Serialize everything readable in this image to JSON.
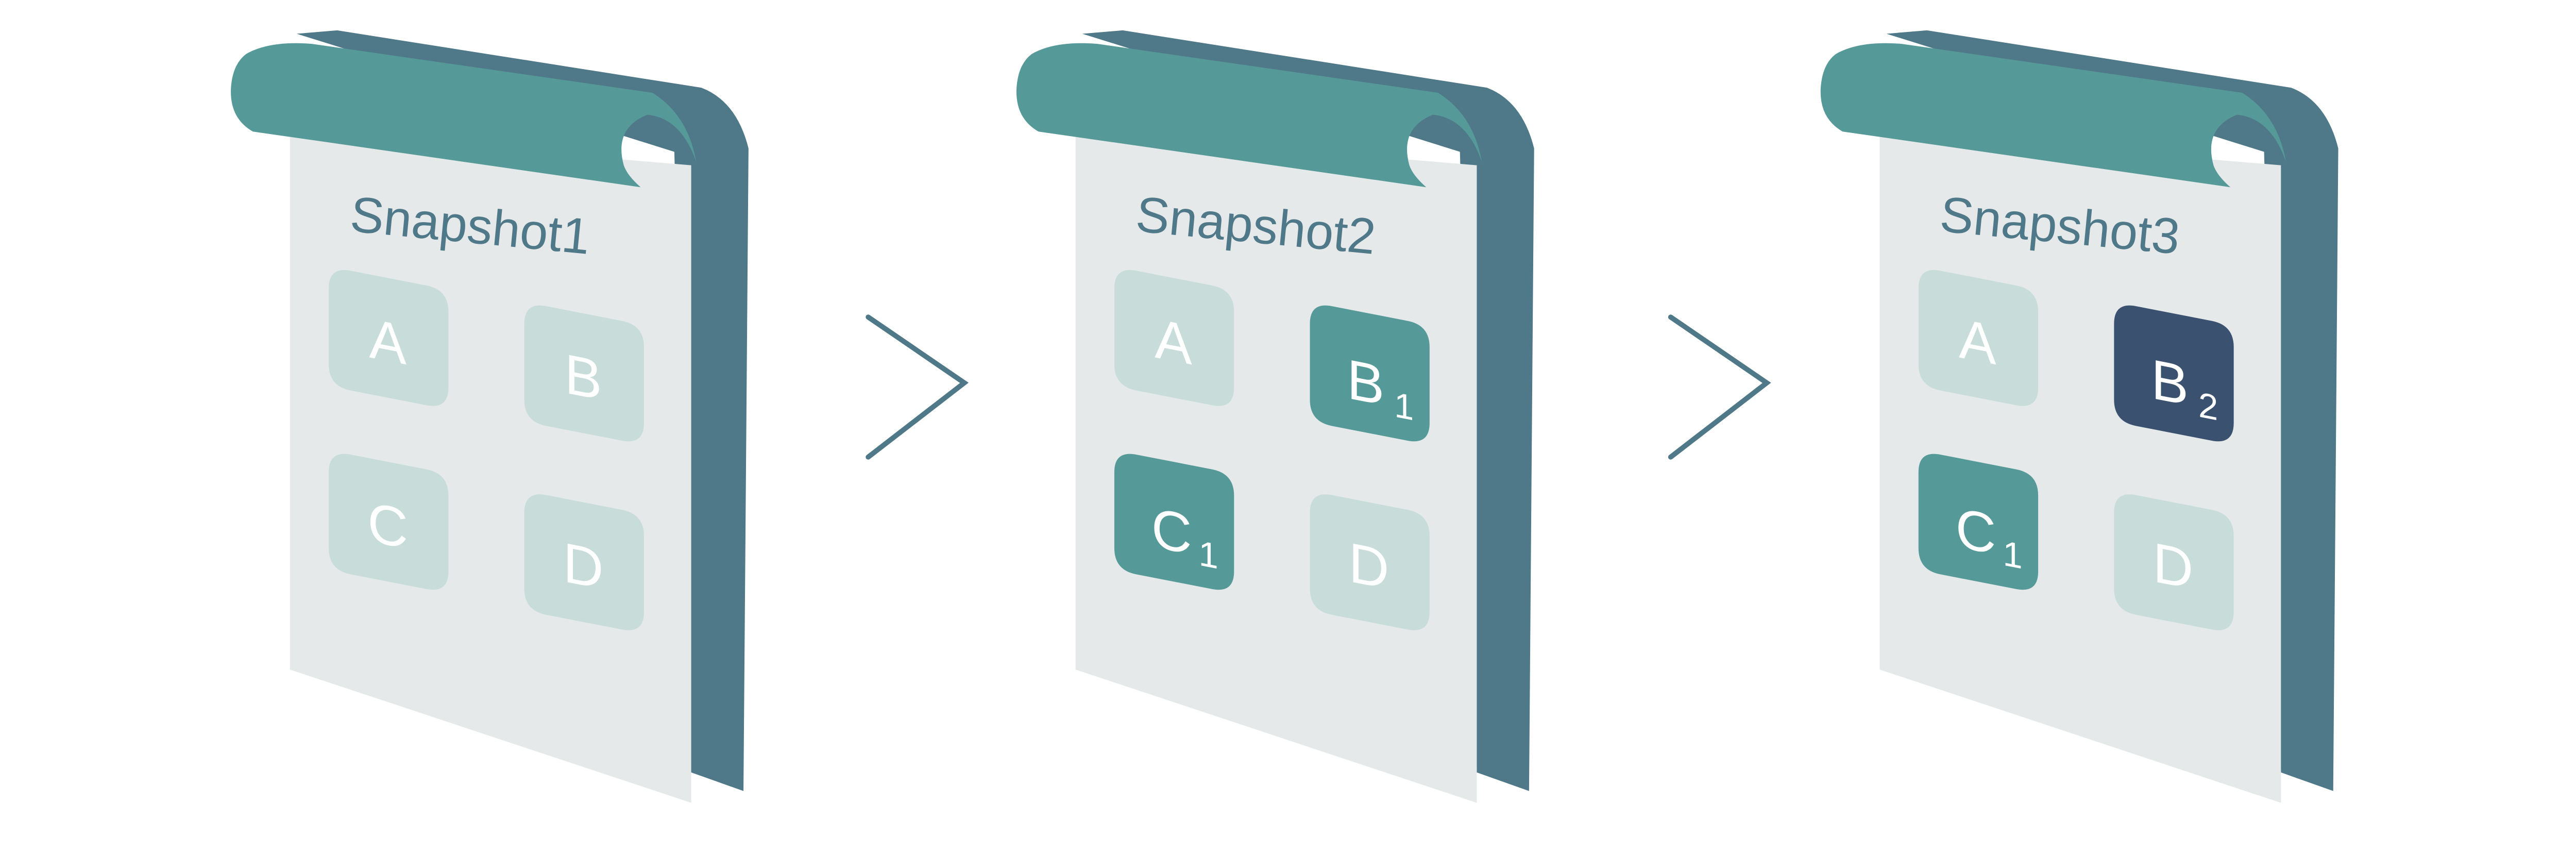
{
  "colors": {
    "page": "#e5e9ea",
    "cover_teal": "#559a98",
    "cover_back": "#4f7888",
    "block_faded": "#c8ddd9",
    "block_teal": "#559a98",
    "block_navy": "#3a526f",
    "arrow": "#4f7888",
    "title": "#4f7888"
  },
  "arrow_icon": "chevron-right-icon",
  "snapshots": [
    {
      "title": "Snapshot1",
      "blocks": [
        {
          "letter": "A",
          "sub": "",
          "state": "faded"
        },
        {
          "letter": "B",
          "sub": "",
          "state": "faded"
        },
        {
          "letter": "C",
          "sub": "",
          "state": "faded"
        },
        {
          "letter": "D",
          "sub": "",
          "state": "faded"
        }
      ]
    },
    {
      "title": "Snapshot2",
      "blocks": [
        {
          "letter": "A",
          "sub": "",
          "state": "faded"
        },
        {
          "letter": "B",
          "sub": "1",
          "state": "teal"
        },
        {
          "letter": "C",
          "sub": "1",
          "state": "teal"
        },
        {
          "letter": "D",
          "sub": "",
          "state": "faded"
        }
      ]
    },
    {
      "title": "Snapshot3",
      "blocks": [
        {
          "letter": "A",
          "sub": "",
          "state": "faded"
        },
        {
          "letter": "B",
          "sub": "2",
          "state": "navy"
        },
        {
          "letter": "C",
          "sub": "1",
          "state": "teal"
        },
        {
          "letter": "D",
          "sub": "",
          "state": "faded"
        }
      ]
    }
  ]
}
